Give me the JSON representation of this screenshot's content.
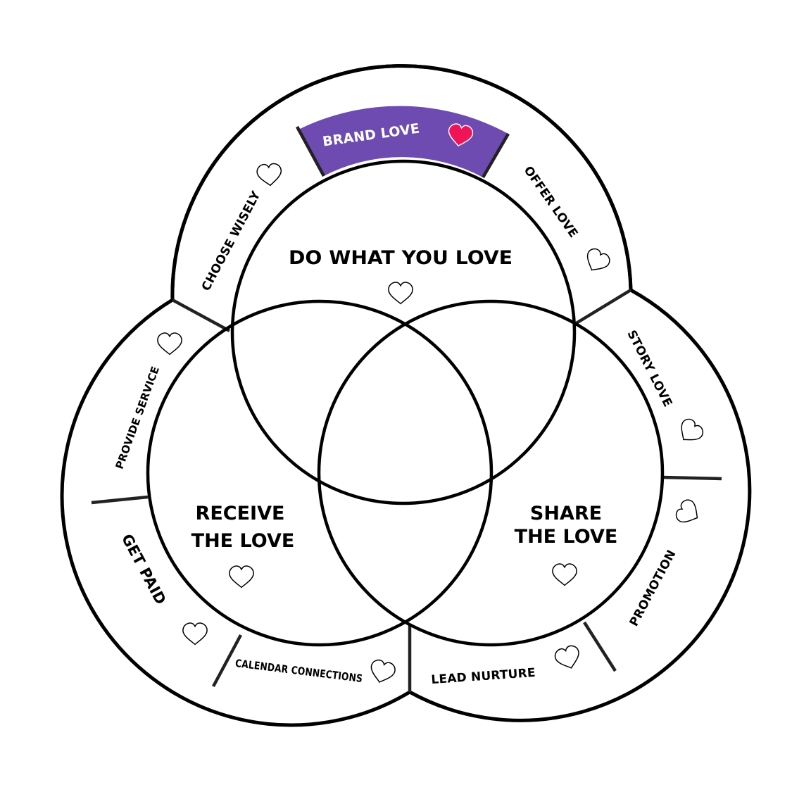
{
  "diagram": {
    "type": "venn-with-ring",
    "colors": {
      "highlight_band": "#6D4BB0",
      "highlight_heart": "#EE1457",
      "stroke": "#000000",
      "background": "#FFFFFF"
    },
    "circles": [
      {
        "id": "top",
        "label_lines": [
          "DO WHAT YOU LOVE"
        ],
        "icon": "heart-outline-icon"
      },
      {
        "id": "left",
        "label_lines": [
          "RECEIVE",
          "THE LOVE"
        ],
        "icon": "heart-outline-icon"
      },
      {
        "id": "right",
        "label_lines": [
          "SHARE",
          "THE LOVE"
        ],
        "icon": "heart-outline-icon"
      }
    ],
    "ring_segments": [
      {
        "id": "brand-love",
        "label": "BRAND LOVE",
        "highlighted": true,
        "icon": "heart-filled-icon"
      },
      {
        "id": "offer-love",
        "label": "OFFER LOVE",
        "highlighted": false,
        "icon": "heart-outline-icon"
      },
      {
        "id": "story-love",
        "label": "STORY LOVE",
        "highlighted": false,
        "icon": "heart-outline-icon"
      },
      {
        "id": "promotion",
        "label": "PROMOTION",
        "highlighted": false,
        "icon": "heart-outline-icon"
      },
      {
        "id": "lead-nurture",
        "label": "LEAD NURTURE",
        "highlighted": false,
        "icon": "heart-outline-icon"
      },
      {
        "id": "calendar-connections",
        "label": "CALENDAR CONNECTIONS",
        "highlighted": false,
        "icon": "heart-outline-icon"
      },
      {
        "id": "get-paid",
        "label": "GET  PAID",
        "highlighted": false,
        "icon": "heart-outline-icon"
      },
      {
        "id": "provide-service",
        "label": "PROVIDE SERVICE",
        "highlighted": false,
        "icon": "heart-outline-icon"
      },
      {
        "id": "choose-wisely",
        "label": "CHOOSE WISELY",
        "highlighted": false,
        "icon": "heart-outline-icon"
      }
    ]
  }
}
